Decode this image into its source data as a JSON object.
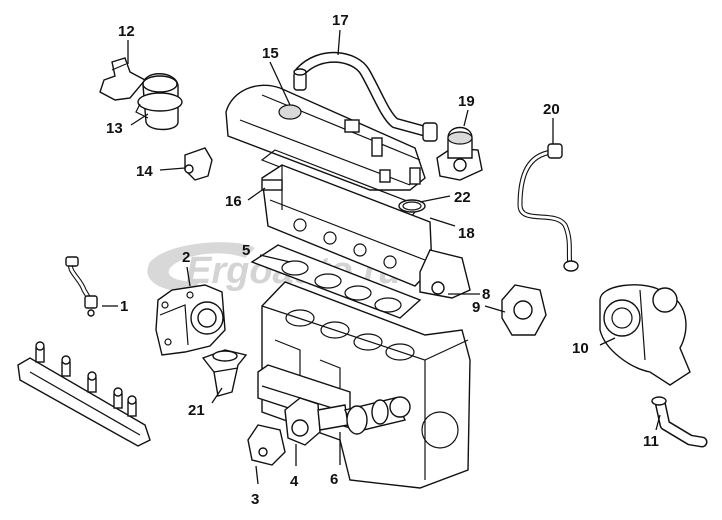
{
  "watermark": "Ergoauto.ru",
  "callouts": [
    {
      "id": "1",
      "text": "1"
    },
    {
      "id": "2",
      "text": "2"
    },
    {
      "id": "3",
      "text": "3"
    },
    {
      "id": "4",
      "text": "4"
    },
    {
      "id": "5",
      "text": "5"
    },
    {
      "id": "6",
      "text": "6"
    },
    {
      "id": "8",
      "text": "8"
    },
    {
      "id": "9",
      "text": "9"
    },
    {
      "id": "10",
      "text": "10"
    },
    {
      "id": "11",
      "text": "11"
    },
    {
      "id": "12",
      "text": "12"
    },
    {
      "id": "13",
      "text": "13"
    },
    {
      "id": "14",
      "text": "14"
    },
    {
      "id": "15",
      "text": "15"
    },
    {
      "id": "16",
      "text": "16"
    },
    {
      "id": "17",
      "text": "17"
    },
    {
      "id": "18",
      "text": "18"
    },
    {
      "id": "19",
      "text": "19"
    },
    {
      "id": "20",
      "text": "20"
    },
    {
      "id": "21",
      "text": "21"
    },
    {
      "id": "22",
      "text": "22"
    }
  ]
}
